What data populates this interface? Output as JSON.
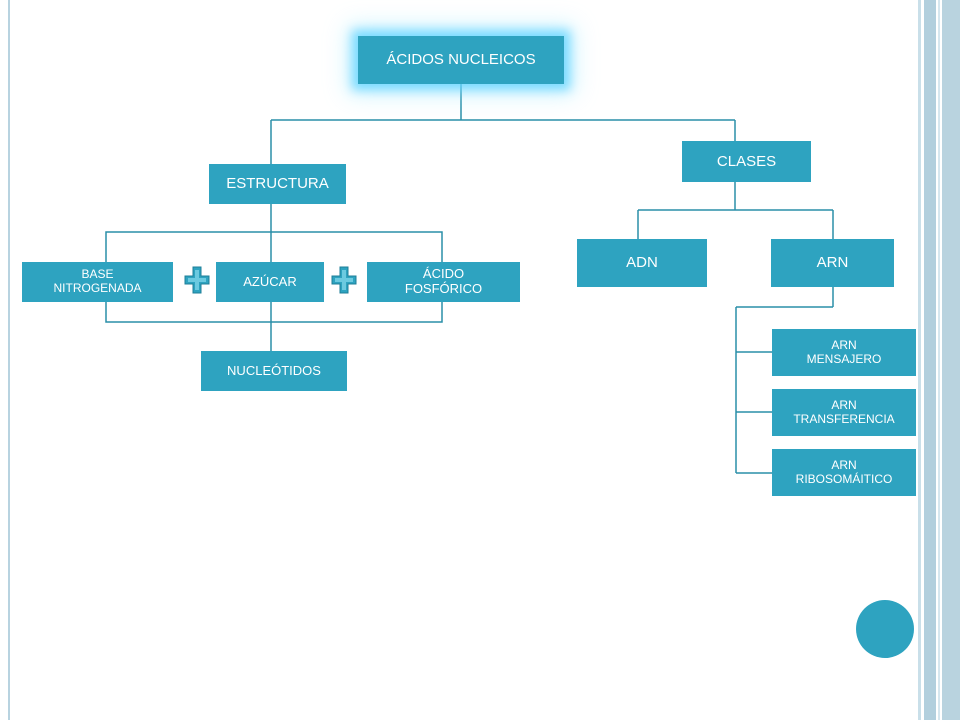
{
  "diagram": {
    "root": "ÁCIDOS NUCLEICOS",
    "estructura": {
      "label": "ESTRUCTURA",
      "components": [
        "BASE NITROGENADA",
        "AZÚCAR",
        "ÁCIDO FOSFÓRICO"
      ],
      "result": "NUCLEÓTIDOS"
    },
    "clases": {
      "label": "CLASES",
      "adn": "ADN",
      "arn": "ARN",
      "arn_types": [
        "ARN MENSAJERO",
        "ARN TRANSFERENCIA",
        "ARN RIBOSOMÁITICO"
      ]
    }
  },
  "icons": {
    "plus": "plus-icon",
    "decorative_circle": "circle-decoration"
  },
  "colors": {
    "node": "#2ea3c0",
    "line": "#2a8fa8",
    "glow": "#5ad2ff",
    "border": "#b8d3e0"
  }
}
